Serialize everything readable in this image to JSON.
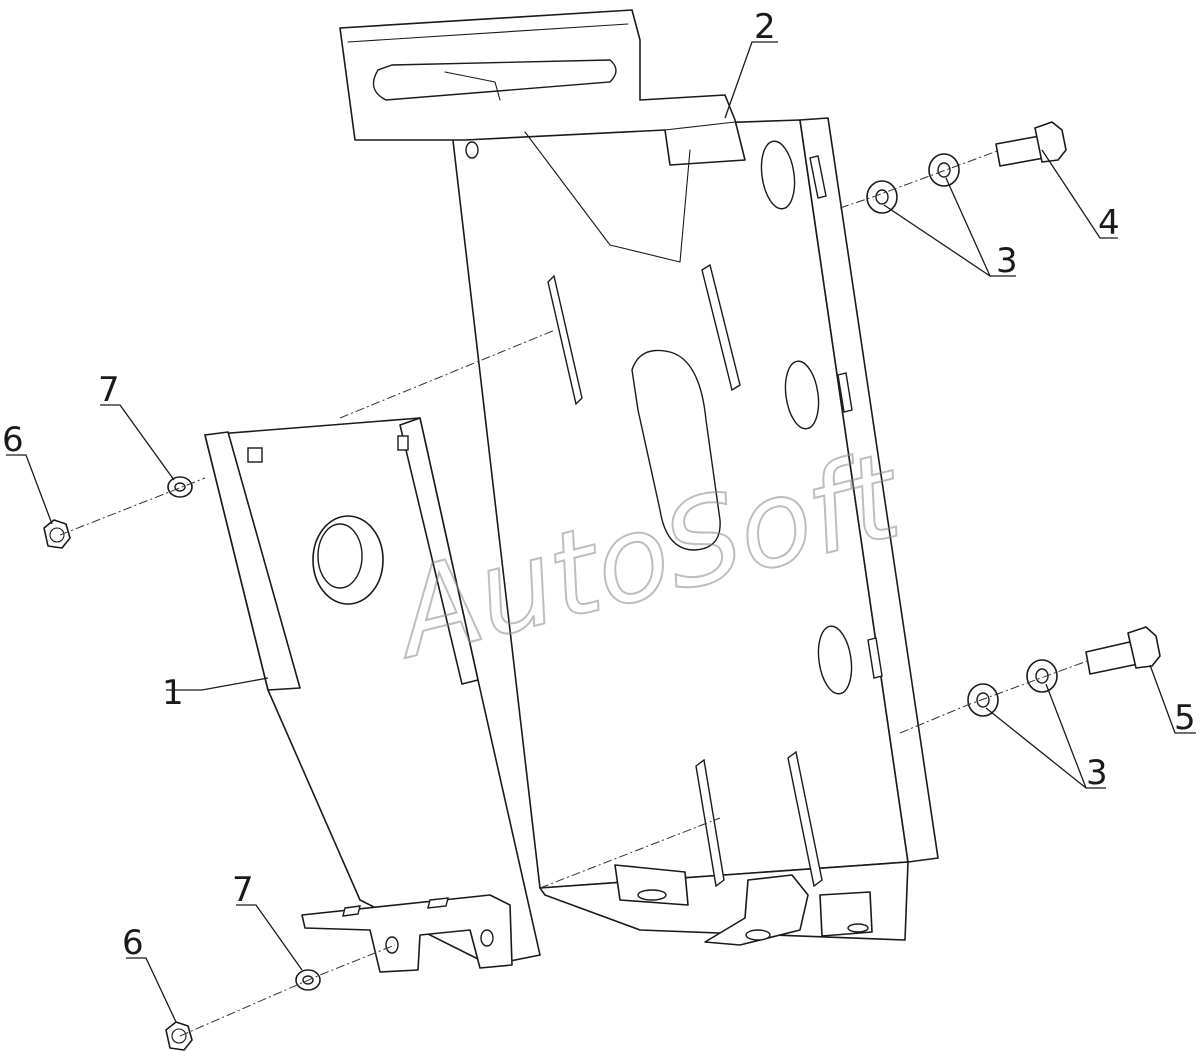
{
  "watermark": "AutoSoft",
  "callouts": {
    "c1": "1",
    "c2": "2",
    "c3a": "3",
    "c3b": "3",
    "c4": "4",
    "c5": "5",
    "c6a": "6",
    "c6b": "6",
    "c7a": "7",
    "c7b": "7"
  },
  "colors": {
    "line": "#1a1a1a",
    "watermark": "#8a8a8a",
    "background": "#ffffff"
  }
}
